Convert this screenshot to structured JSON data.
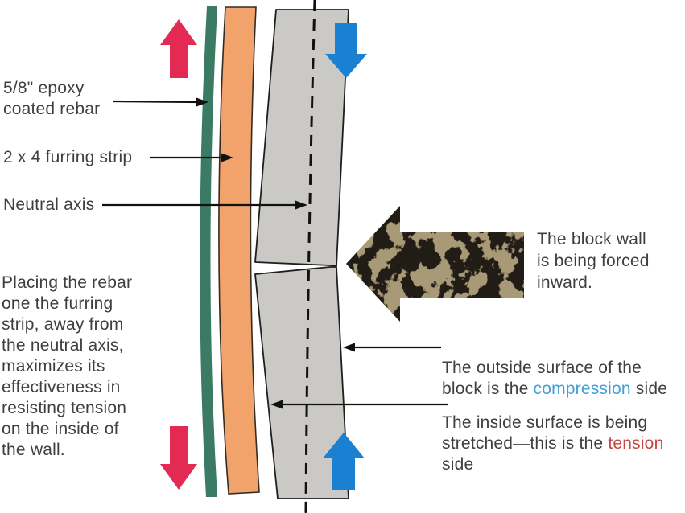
{
  "labels": {
    "rebar": "5/8\" epoxy\ncoated rebar",
    "furring": "2 x 4 furring strip",
    "neutral_axis": "Neutral axis",
    "paragraph": "Placing the rebar\none the furring\nstrip, away from\nthe neutral axis,\nmaximizes its\neffectiveness in\nresisting tension\non the inside of\nthe wall.",
    "block_wall_note": "The block wall\nis being forced\ninward.",
    "outside_prefix": "The outside surface of the\nblock is the ",
    "compression_word": "compression",
    "outside_suffix": " side",
    "inside_prefix": "The inside surface is being\nstretched—this is the ",
    "tension_word": "tension",
    "inside_suffix": "\nside"
  },
  "icons": {
    "red_up_arrow": "tension arrow up (inside face, top)",
    "red_down_arrow": "tension arrow down (inside face, bottom)",
    "blue_down_arrow": "compression arrow down (outside face, top)",
    "blue_up_arrow": "compression arrow up (outside face, bottom)",
    "camo_left_arrow": "block wall forced inward arrow",
    "pointer_arrows": "black label pointer arrows"
  },
  "colors": {
    "rebar_green": "#3b7b64",
    "furring_orange": "#f1a36b",
    "furring_outline": "#352b20",
    "block_gray": "#cac9c6",
    "block_outline": "#1e1e1e",
    "tension_red": "#e22a52",
    "compression_blue": "#1a81d2",
    "camo_tan": "#a89a76",
    "camo_dark": "#201c16",
    "neutral_axis_line": "#111111",
    "pointer_black": "#111111",
    "text": "#3f3f3f",
    "compression_text": "#41a0d8",
    "tension_text": "#c94540"
  }
}
